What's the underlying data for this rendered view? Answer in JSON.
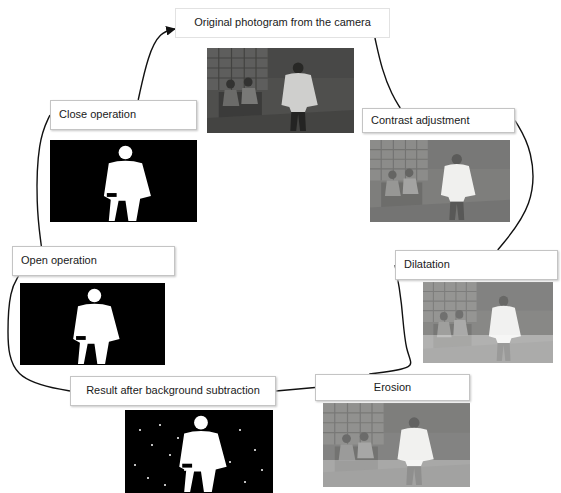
{
  "diagram": {
    "nodes": [
      {
        "text": [
          "Original photogram from the camera"
        ]
      },
      {
        "text": [
          "Contrast adjustment"
        ]
      },
      {
        "text": [
          "Dilatation"
        ]
      },
      {
        "text": [
          "Erosion"
        ]
      },
      {
        "text": [
          "Result after background subtraction"
        ]
      },
      {
        "text": [
          "Open operation"
        ]
      },
      {
        "text": [
          "Close operation"
        ]
      }
    ],
    "edges": [
      {
        "from": 0,
        "to": 1,
        "arrow": "none"
      },
      {
        "from": 1,
        "to": 2,
        "arrow": "none"
      },
      {
        "from": 2,
        "to": 3,
        "arrow": "none"
      },
      {
        "from": 3,
        "to": 4,
        "arrow": "none"
      },
      {
        "from": 4,
        "to": 5,
        "arrow": "none"
      },
      {
        "from": 5,
        "to": 6,
        "arrow": "none"
      },
      {
        "from": 6,
        "to": 0,
        "arrow": "to"
      }
    ]
  }
}
